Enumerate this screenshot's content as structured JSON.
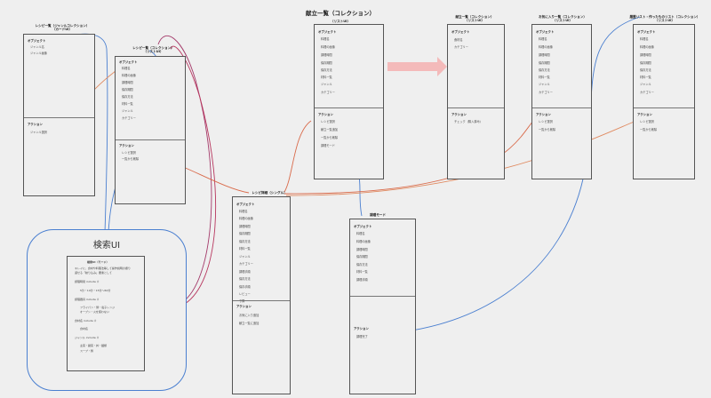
{
  "diagram": {
    "genre_collection": {
      "title_line1": "レシピ一覧（ジャンルコレクション）",
      "title_line2": "（カードUI）",
      "object_head": "オブジェクト",
      "objects": [
        "ジャンル名",
        "ジャンル画像"
      ],
      "action_head": "アクション",
      "actions": [
        "ジャンル選択"
      ]
    },
    "recipe_list": {
      "title_line1": "レシピ一覧（コレクション）",
      "title_line2": "（リストUI）",
      "object_head": "オブジェクト",
      "objects": [
        "料理名",
        "料理の画像",
        "調理時間",
        "保存期間",
        "保存方法",
        "材料一覧",
        "ジャンル",
        "カテゴリー"
      ],
      "action_head": "アクション",
      "actions": [
        "レシピ選択",
        "一覧から削除"
      ]
    },
    "menu_list": {
      "title_line1": "献立一覧（コレクション）",
      "title_line2": "（リストUI）",
      "object_head": "オブジェクト",
      "objects": [
        "料理名",
        "料理の画像",
        "調理時間",
        "保存期間",
        "保存方法",
        "材料一覧",
        "ジャンル",
        "カテゴリー"
      ],
      "action_head": "アクション",
      "actions": [
        "レシピ選択",
        "献立一覧追加",
        "一覧から削除",
        "調理モード"
      ]
    },
    "shopping_list": {
      "title_line1": "献立一覧（コレクション）",
      "title_line2": "（リストUI）",
      "object_head": "オブジェクト",
      "objects": [
        "食材名",
        "カテゴリー"
      ],
      "action_head": "アクション",
      "actions": [
        "チェック（購入済み）"
      ]
    },
    "favorites": {
      "title_line1": "お気に入り一覧（コレクション）",
      "title_line2": "（リストUI）",
      "object_head": "オブジェクト",
      "objects": [
        "料理名",
        "料理の画像",
        "調理時間",
        "保存期間",
        "保存方法",
        "材料一覧",
        "ジャンル",
        "カテゴリー"
      ],
      "action_head": "アクション",
      "actions": [
        "レシピ選択",
        "一覧から削除"
      ]
    },
    "history": {
      "title_line1": "履歴リスト・作ったものリスト（コレクション）",
      "title_line2": "（リストUI）",
      "object_head": "オブジェクト",
      "objects": [
        "料理名",
        "料理の画像",
        "調理時間",
        "保存期間",
        "保存方法",
        "材料一覧",
        "ジャンル",
        "カテゴリー"
      ],
      "action_head": "アクション",
      "actions": [
        "レシピ選択",
        "一覧から削除"
      ]
    },
    "recipe_detail": {
      "title": "レシピ詳細（シングル）",
      "object_head": "オブジェクト",
      "objects": [
        "料理名",
        "料理の画像",
        "調理時間",
        "保存期間",
        "保存方法",
        "材料一覧",
        "ジャンル",
        "カテゴリー",
        "調理手順",
        "保存方法",
        "保存手順",
        "レビュー",
        "予算"
      ],
      "action_head": "アクション",
      "actions": [
        "お気に入り追加",
        "献立一覧に追加"
      ]
    },
    "cooking_mode": {
      "title": "調理モード",
      "object_head": "オブジェクト",
      "objects": [
        "料理名",
        "料理の画像",
        "調理時間",
        "保存期間",
        "保存方法",
        "材料一覧",
        "調理手順"
      ],
      "action_head": "アクション",
      "actions": [
        "調理完了"
      ]
    },
    "search": {
      "title": "検索UI",
      "panel_title": "検索UI（モード）",
      "desc_line1": "キレイに、食材や料理法等して操作説明の振り",
      "desc_line2": "返せる「絞り込み」要素として",
      "time_head": "調理時間 include ＃",
      "time_values": "5分・10分・15分〜60分",
      "method_head": "調理器具 include ＃",
      "method_line1": "フライパン・鍋・電子レンジ",
      "method_line2": "オーブン・火を使わない",
      "ingredient_head": "食材名 include ＃",
      "ingredient_value": "食材名",
      "genre_head": "ジャンル include ＃",
      "genre_line1": "主菜・副菜・丼・麺類",
      "genre_line2": "スープ・鍋"
    }
  }
}
